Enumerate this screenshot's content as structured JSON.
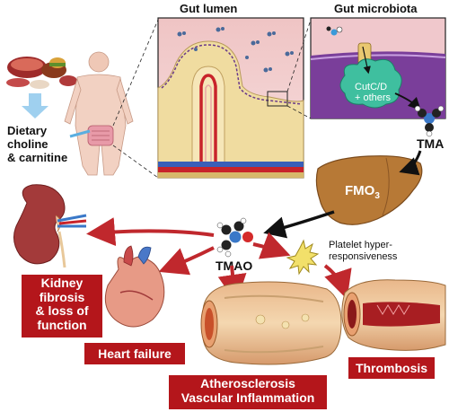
{
  "titles": {
    "gut_lumen": "Gut lumen",
    "gut_microbiota": "Gut microbiota"
  },
  "labels": {
    "diet_line1": "Dietary",
    "diet_line2": "choline",
    "diet_line3": "& carnitine",
    "cutcd_line1": "CutC/D",
    "cutcd_line2": "+ others",
    "tma": "TMA",
    "fmo3": "FMO",
    "fmo3_sub": "3",
    "tmao": "TMAO",
    "platelet_line1": "Platelet hyper-",
    "platelet_line2": "responsiveness"
  },
  "outcomes": {
    "kidney_line1": "Kidney",
    "kidney_line2": "fibrosis",
    "kidney_line3": "& loss of",
    "kidney_line4": "function",
    "heart": "Heart failure",
    "athero_line1": "Atherosclerosis",
    "athero_line2": "Vascular Inflammation",
    "thrombosis": "Thrombosis"
  },
  "colors": {
    "outcome_red": "#b4161b",
    "arrow_red": "#c0282d",
    "liver": "#b77936",
    "microbe": "#3fbf9f",
    "membrane": "#8a5aa8"
  },
  "icons": [
    "food-icon",
    "human-body-icon",
    "intestine-icon",
    "liver-icon",
    "kidney-icon",
    "heart-icon",
    "platelet-icon",
    "molecule-icon",
    "artery-icon"
  ]
}
